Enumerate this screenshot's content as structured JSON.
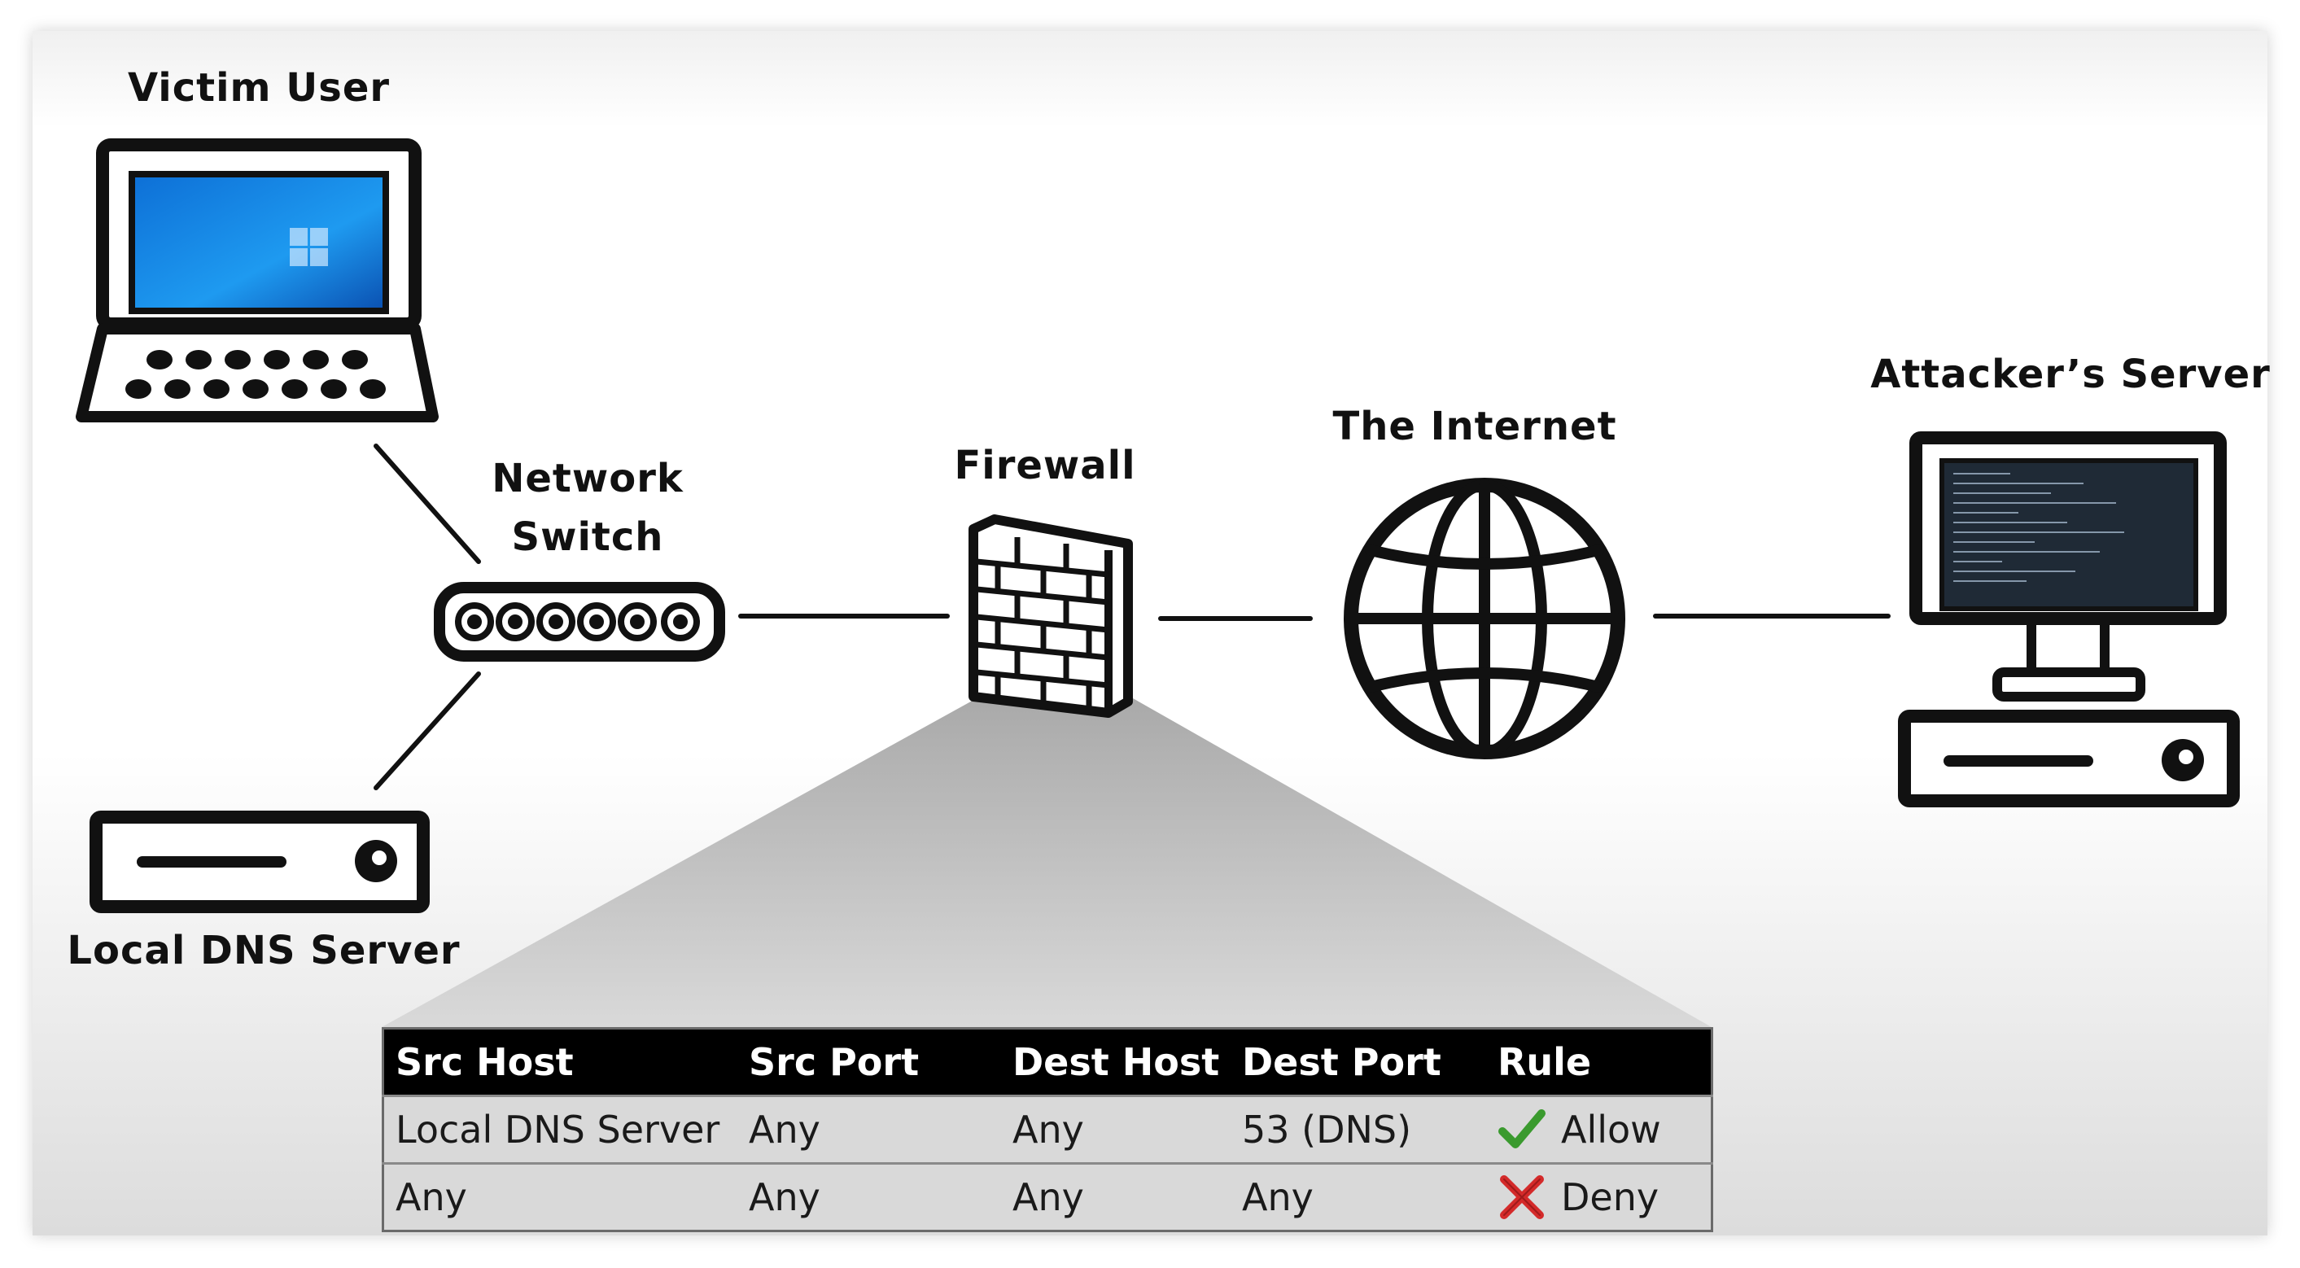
{
  "nodes": {
    "victim_user": {
      "label": "Victim User",
      "icon": "laptop-icon"
    },
    "network_switch": {
      "label_line1": "Network",
      "label_line2": "Switch",
      "icon": "network-switch-icon"
    },
    "local_dns_server": {
      "label": "Local DNS Server",
      "icon": "server-icon"
    },
    "firewall": {
      "label": "Firewall",
      "icon": "firewall-icon"
    },
    "internet": {
      "label": "The Internet",
      "icon": "globe-icon"
    },
    "attacker_server": {
      "label": "Attacker’s Server",
      "icon": "desktop-computer-icon"
    }
  },
  "firewall_table": {
    "headers": [
      "Src Host",
      "Src Port",
      "Dest Host",
      "Dest Port",
      "Rule"
    ],
    "rows": [
      {
        "src_host": "Local DNS Server",
        "src_port": "Any",
        "dest_host": "Any",
        "dest_port": "53 (DNS)",
        "rule": "Allow",
        "rule_icon": "checkmark-icon"
      },
      {
        "src_host": "Any",
        "src_port": "Any",
        "dest_host": "Any",
        "dest_port": "Any",
        "rule": "Deny",
        "rule_icon": "cross-icon"
      }
    ]
  },
  "colors": {
    "allow": "#3a9a2e",
    "deny": "#d42a2a",
    "screen_blue": "#1e88e5",
    "terminal": "#1f2a36",
    "table_header": "#000000"
  }
}
